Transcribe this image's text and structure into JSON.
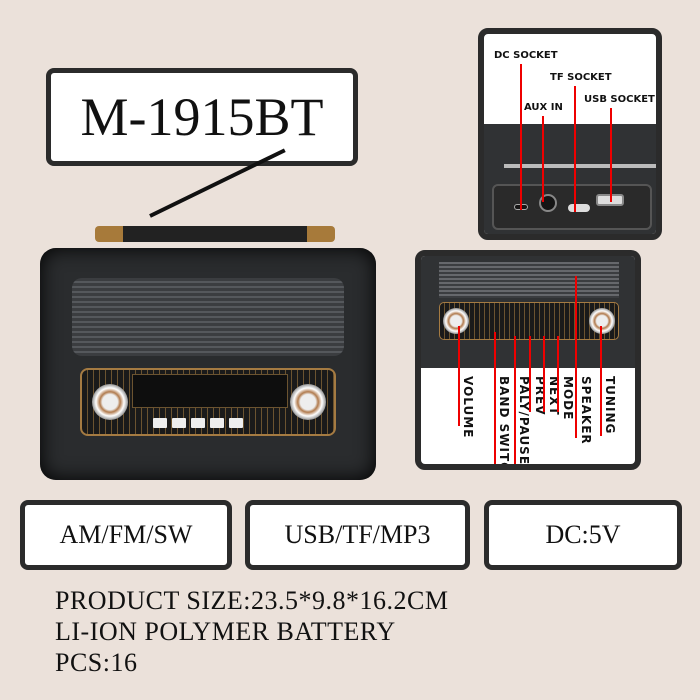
{
  "model": "M-1915BT",
  "features": [
    "AM/FM/SW",
    "USB/TF/MP3",
    "DC:5V"
  ],
  "specs": [
    "PRODUCT SIZE:23.5*9.8*16.2CM",
    "LI-ION POLYMER BATTERY",
    "PCS:16"
  ],
  "ports_panel": {
    "labels": [
      "DC SOCKET",
      "TF SOCKET",
      "AUX IN",
      "USB SOCKET"
    ]
  },
  "controls_panel": {
    "labels": [
      "VOLUME",
      "BAND SWITCH",
      "PALY/PAUSE",
      "PREV",
      "NEXT",
      "MODE",
      "SPEAKER",
      "TUNING"
    ]
  }
}
